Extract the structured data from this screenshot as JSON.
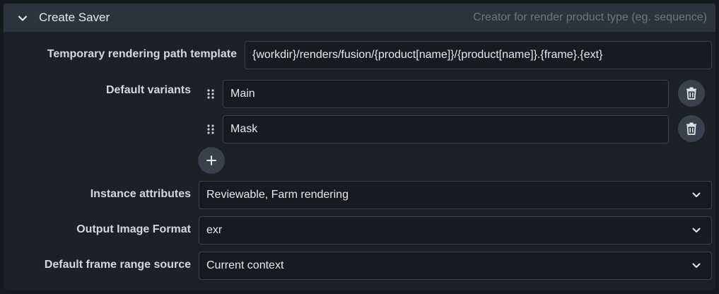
{
  "header": {
    "title": "Create Saver",
    "hint": "Creator for render product type (eg. sequence)"
  },
  "rows": {
    "temp_path": {
      "label": "Temporary rendering path template",
      "value": "{workdir}/renders/fusion/{product[name]}/{product[name]}.{frame}.{ext}"
    },
    "variants": {
      "label": "Default variants",
      "items": [
        "Main",
        "Mask"
      ]
    },
    "instance_attributes": {
      "label": "Instance attributes",
      "value": "Reviewable, Farm rendering"
    },
    "output_format": {
      "label": "Output Image Format",
      "value": "exr"
    },
    "frame_range_source": {
      "label": "Default frame range source",
      "value": "Current context"
    }
  },
  "icons": {
    "collapse": "chevron-down-icon",
    "drag": "drag-handle-icon",
    "delete": "trash-icon",
    "add": "plus-icon",
    "dropdown": "chevron-down-icon"
  },
  "colors": {
    "header_bg": "#2d333c",
    "panel_bg": "#1d2127",
    "field_bg": "#171a1f",
    "button_bg": "#3a414c"
  }
}
